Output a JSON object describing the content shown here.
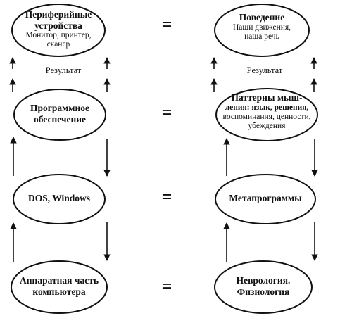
{
  "left": {
    "peripherals": {
      "title_line1": "Периферийные",
      "title_line2": "устройства",
      "sub_line1": "Монитор, принтер,",
      "sub_line2": "сканер"
    },
    "result": "Результат",
    "software": {
      "title_line1": "Программное",
      "title_line2": "обеспечение"
    },
    "os": {
      "title": "DOS, Windows"
    },
    "hardware": {
      "title_line1": "Аппаратная часть",
      "title_line2": "компьютера"
    }
  },
  "right": {
    "behavior": {
      "title": "Поведение",
      "sub_line1": "Наши движения,",
      "sub_line2": "наша речь"
    },
    "result": "Результат",
    "patterns": {
      "title_line1": "Паттерны мыш-",
      "title_line2": "ления: язык, решения,",
      "title_line3": "воспоминания, ценности,",
      "title_line4": "убеждения"
    },
    "metaprograms": {
      "title": "Метапрограммы"
    },
    "neurology": {
      "title_line1": "Неврология.",
      "title_line2": "Физиология"
    }
  },
  "equals": [
    "=",
    "=",
    "=",
    "="
  ]
}
